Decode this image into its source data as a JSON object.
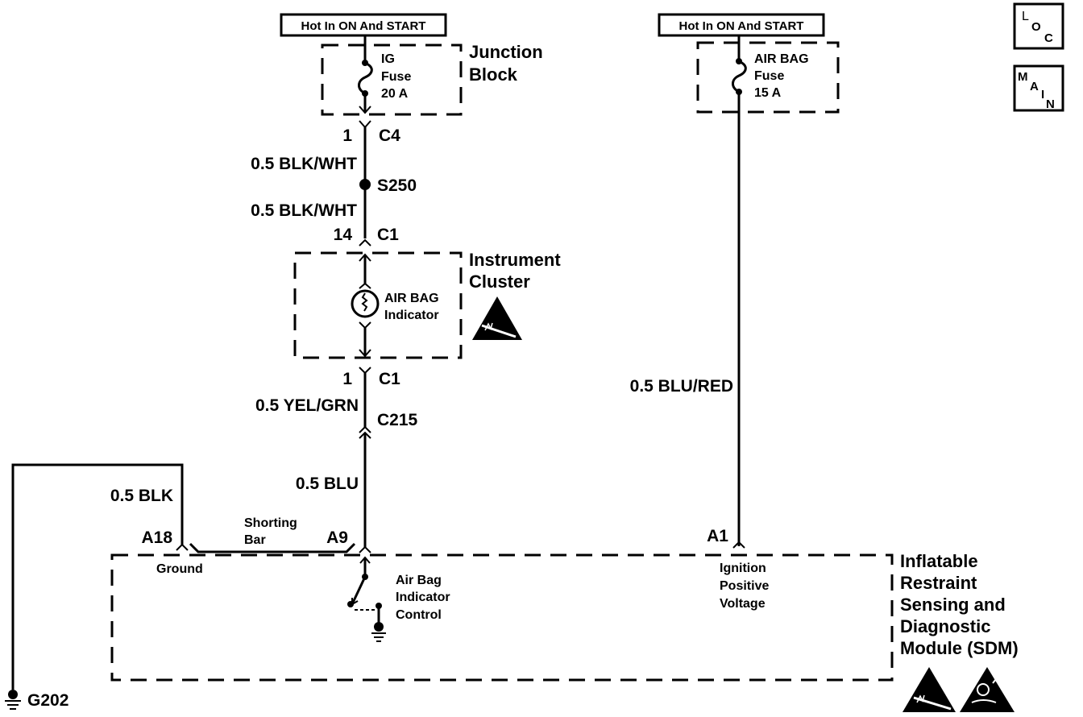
{
  "diagram": {
    "title": "Air Bag Indicator Circuit Schematic",
    "power_labels": {
      "left": "Hot In ON And START",
      "right": "Hot In ON And START"
    },
    "nav_buttons": {
      "loc": [
        "L",
        "O",
        "C"
      ],
      "main": [
        "M",
        "A",
        "I",
        "N"
      ]
    },
    "components": {
      "junction_block": [
        "Junction",
        "Block"
      ],
      "ig_fuse": [
        "IG",
        "Fuse",
        "20 A"
      ],
      "airbag_fuse": [
        "AIR BAG",
        "Fuse",
        "15 A"
      ],
      "instrument_cluster": [
        "Instrument",
        "Cluster"
      ],
      "airbag_indicator": [
        "AIR BAG",
        "Indicator"
      ],
      "sdm": [
        "Inflatable",
        "Restraint",
        "Sensing and",
        "Diagnostic",
        "Module (SDM)"
      ],
      "airbag_indicator_control": [
        "Air Bag",
        "Indicator",
        "Control"
      ],
      "shorting_bar": [
        "Shorting",
        "Bar"
      ],
      "ground_label": "Ground",
      "ignition_label": [
        "Ignition",
        "Positive",
        "Voltage"
      ]
    },
    "connectors": {
      "c4_pin": "1",
      "c4": "C4",
      "s250": "S250",
      "c1_top_pin": "14",
      "c1_top": "C1",
      "c1_bottom_pin": "1",
      "c1_bottom": "C1",
      "c215": "C215",
      "a18": "A18",
      "a9": "A9",
      "a1": "A1",
      "g202": "G202"
    },
    "wires": {
      "w1": "0.5 BLK/WHT",
      "w2": "0.5 BLK/WHT",
      "w3": "0.5 YEL/GRN",
      "w4": "0.5 BLU",
      "w5": "0.5 BLK",
      "w6": "0.5 BLU/RED"
    }
  }
}
